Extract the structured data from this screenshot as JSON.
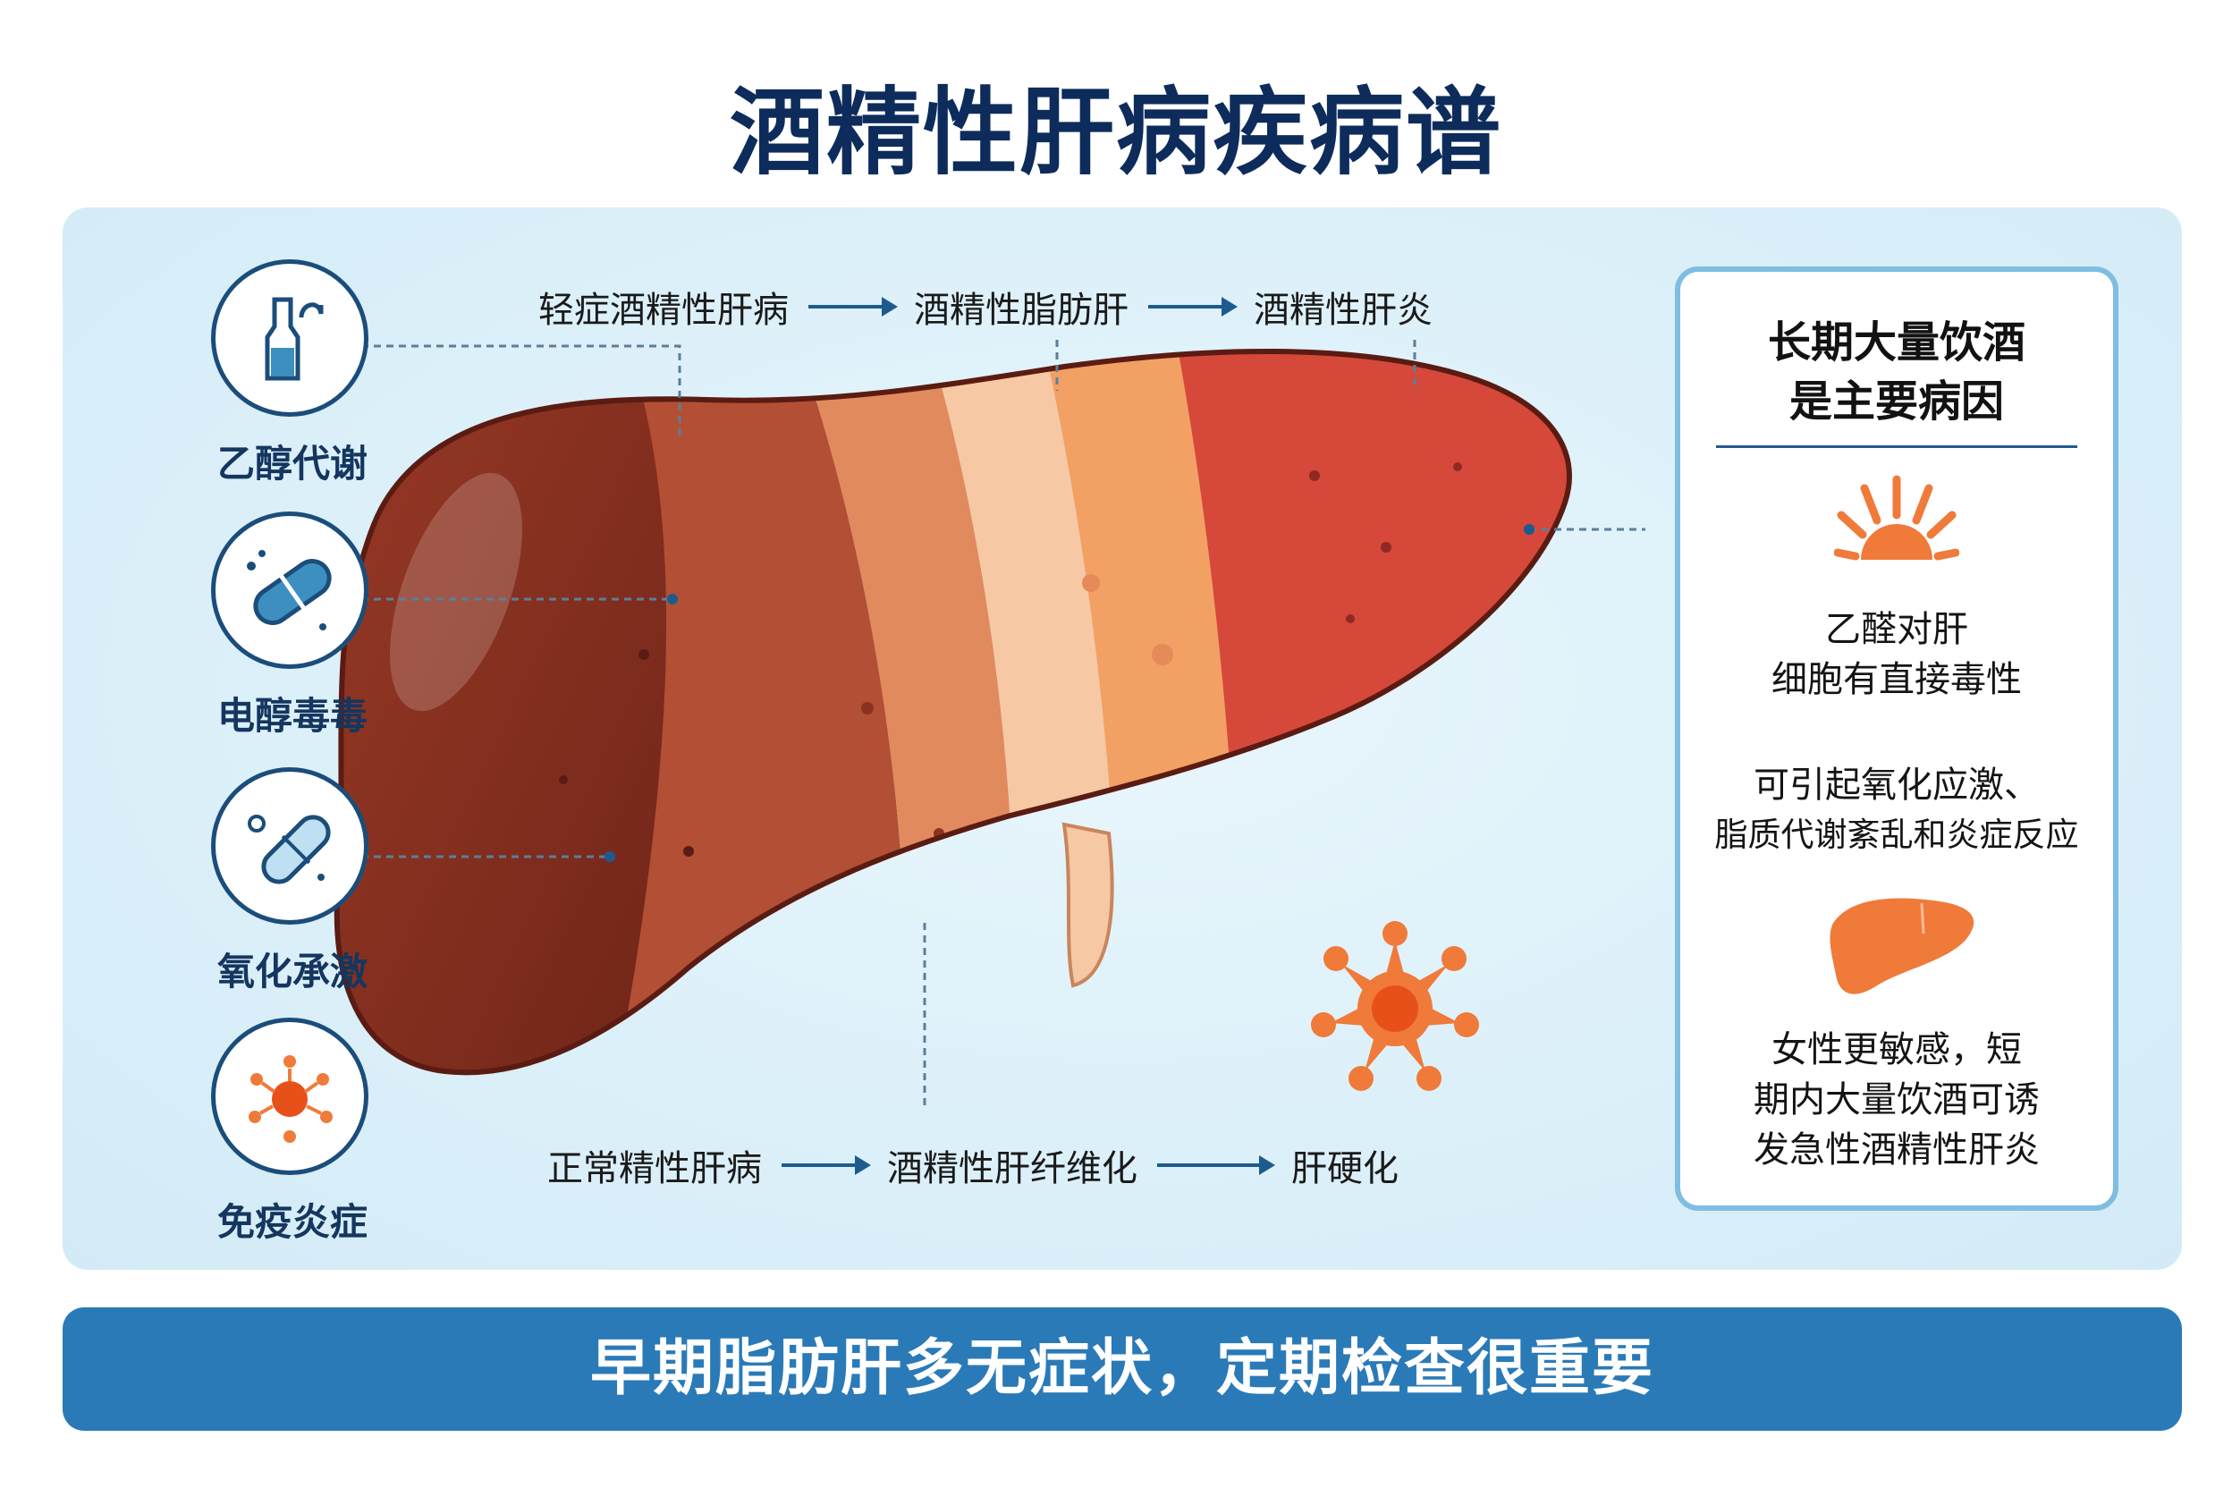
{
  "title": "酒精性肝病疾病谱",
  "icons": [
    {
      "name": "ethanol-metabolism-icon",
      "label": "乙醇代谢"
    },
    {
      "name": "ethanol-toxicity-icon",
      "label": "电醇毒毒"
    },
    {
      "name": "oxidative-stress-icon",
      "label": "氧化承激"
    },
    {
      "name": "immune-inflammation-icon",
      "label": "免疫炎症"
    }
  ],
  "top_stages": [
    "轻症酒精性肝病",
    "酒精性脂肪肝",
    "酒精性肝炎"
  ],
  "bottom_stages": [
    "正常精性肝病",
    "酒精性肝纤维化",
    "肝硬化"
  ],
  "info": {
    "title_line1": "长期大量饮酒",
    "title_line2": "是主要病因",
    "point1_line1": "乙醛对肝",
    "point1_line2": "细胞有直接毒性",
    "point2_line1": "可引起氧化应激、",
    "point2_line2": "脂质代谢紊乱和炎症反应",
    "point3_line1": "女性更敏感，短",
    "point3_line2": "期内大量饮酒可诱",
    "point3_line3": "发急性酒精性肝炎"
  },
  "banner": "早期脂肪肝多无症状，定期检查很重要",
  "colors": {
    "title": "#0d2c5c",
    "icon_stroke": "#1b4d7a",
    "accent_blue": "#2a7ab8",
    "orange": "#ef6a2b",
    "liver_dark": "#7a2a1c",
    "liver_red": "#c8362b"
  }
}
